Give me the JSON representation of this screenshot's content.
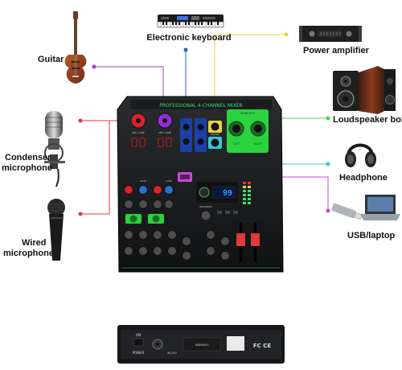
{
  "labels": {
    "electronic_keyboard": "Electronic keyboard",
    "guitar": "Guitar",
    "power_amplifier": "Power amplifier",
    "loudspeaker_box": "Loudspeaker box",
    "condenser_microphone_line1": "Condenser",
    "condenser_microphone_line2": "microphone",
    "headphone": "Headphone",
    "usb_laptop": "USB/laptop",
    "wired_microphone_line1": "Wired",
    "wired_microphone_line2": "microphone"
  },
  "mixer": {
    "title": "PROFESSIONAL 4-CHANNEL MIXER",
    "display_value": "99",
    "mic_line_label": "MIC / LINE",
    "phone_label": "PHONE",
    "main_out_label": "MAIN OUT",
    "left_label": "LEFT",
    "right_label": "RIGHT",
    "gain_label": "GAIN",
    "program_label": "PROGRAM"
  },
  "rear_panel": {
    "on_label": "ON",
    "power_label": "POWER",
    "ac_label": "AC17V",
    "warning_label": "WARNING",
    "cert_marks": "FC CE"
  },
  "colors": {
    "line_red": "#e03a3a",
    "line_purple": "#a23cd8",
    "line_blue": "#2b5fd0",
    "line_yellow": "#e5d43a",
    "line_green": "#4fd64f",
    "line_cyan": "#37c7d9",
    "line_magenta": "#c64ad8",
    "mixer_accent": "#3fe06a"
  }
}
